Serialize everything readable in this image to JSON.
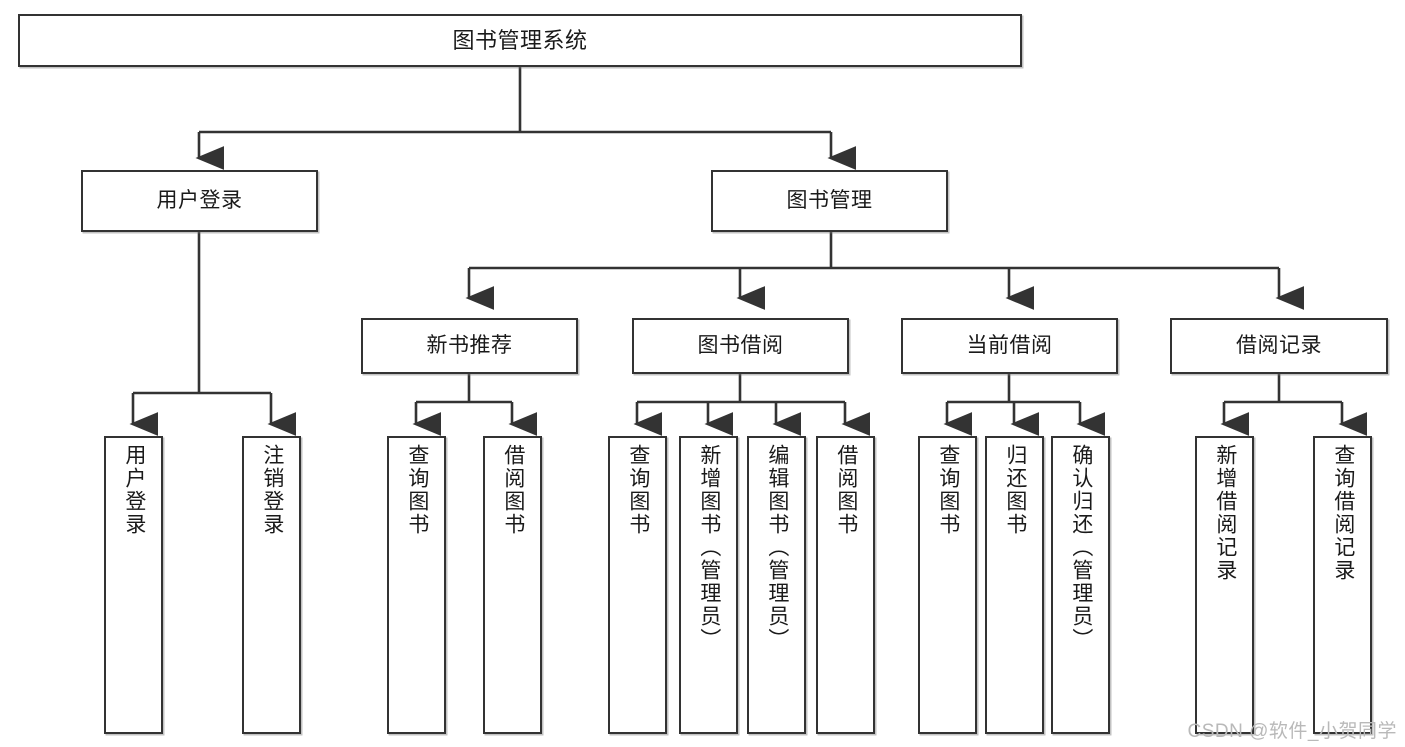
{
  "diagram": {
    "type": "tree",
    "title": "图书管理系统",
    "watermark": "CSDN @软件_小贺同学",
    "colors": {
      "box_border": "#333333",
      "box_fill": "#ffffff",
      "connector": "#333333",
      "text": "#1a1a1a",
      "watermark": "#b9b9b9"
    },
    "levels": {
      "level1": [
        {
          "id": "root",
          "label": "图书管理系统"
        }
      ],
      "level2": [
        {
          "id": "user-login",
          "label": "用户登录"
        },
        {
          "id": "book-manage",
          "label": "图书管理"
        }
      ],
      "level3": [
        {
          "id": "new-book-rec",
          "label": "新书推荐",
          "parent": "book-manage"
        },
        {
          "id": "book-borrow",
          "label": "图书借阅",
          "parent": "book-manage"
        },
        {
          "id": "current-borrow",
          "label": "当前借阅",
          "parent": "book-manage"
        },
        {
          "id": "borrow-record",
          "label": "借阅记录",
          "parent": "book-manage"
        }
      ],
      "level4": [
        {
          "id": "leaf-user-login",
          "label": "用户登录",
          "parent": "user-login"
        },
        {
          "id": "leaf-user-logout",
          "label": "注销登录",
          "parent": "user-login"
        },
        {
          "id": "leaf-query-book-rec",
          "label": "查询图书",
          "parent": "new-book-rec"
        },
        {
          "id": "leaf-borrow-book-rec",
          "label": "借阅图书",
          "parent": "new-book-rec"
        },
        {
          "id": "leaf-query-book-borrow",
          "label": "查询图书",
          "parent": "book-borrow"
        },
        {
          "id": "leaf-add-book",
          "label": "新增图书（管理员）",
          "parent": "book-borrow"
        },
        {
          "id": "leaf-edit-book",
          "label": "编辑图书（管理员）",
          "parent": "book-borrow"
        },
        {
          "id": "leaf-borrow-book",
          "label": "借阅图书",
          "parent": "book-borrow"
        },
        {
          "id": "leaf-query-book-current",
          "label": "查询图书",
          "parent": "current-borrow"
        },
        {
          "id": "leaf-return-book",
          "label": "归还图书",
          "parent": "current-borrow"
        },
        {
          "id": "leaf-confirm-return",
          "label": "确认归还（管理员）",
          "parent": "current-borrow"
        },
        {
          "id": "leaf-add-record",
          "label": "新增借阅记录",
          "parent": "borrow-record"
        },
        {
          "id": "leaf-query-record",
          "label": "查询借阅记录",
          "parent": "borrow-record"
        }
      ]
    }
  }
}
